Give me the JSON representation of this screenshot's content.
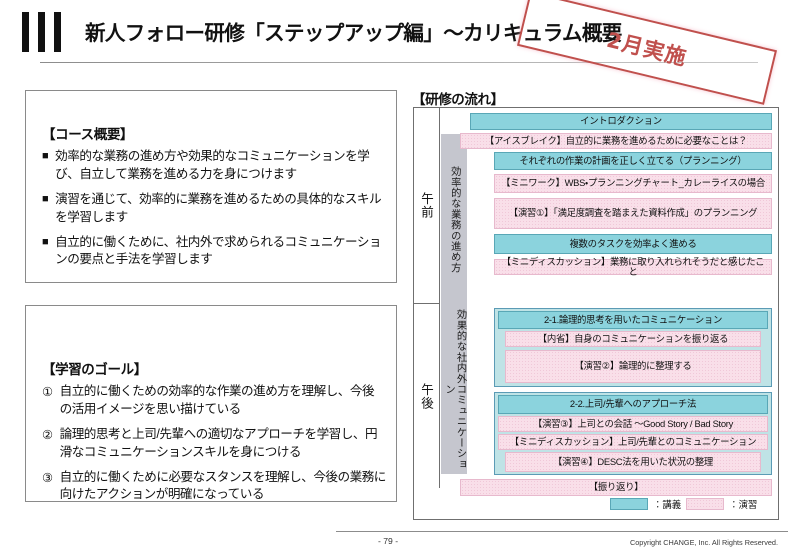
{
  "slide": {
    "title": "新人フォロー研修「ステップアップ編」～カリキュラム概要",
    "stamp": "2月実施",
    "stamp_color": "#c0504d"
  },
  "course_overview": {
    "heading": "【コース概要】",
    "marker": "■",
    "items": [
      "効率的な業務の進め方や効果的なコミュニケーションを学び、自立して業務を進める力を身につけます",
      "演習を通じて、効率的に業務を進めるための具体的なスキルを学習します",
      "自立的に働くために、社内外で求められるコミュニケーションの要点と手法を学習します"
    ]
  },
  "learning_goals": {
    "heading": "【学習のゴール】",
    "markers": [
      "①",
      "②",
      "③"
    ],
    "items": [
      "自立的に働くための効率的な作業の進め方を理解し、今後の活用イメージを思い描けている",
      "論理的思考と上司/先輩への適切なアプローチを学習し、円滑なコミュニケーションスキルを身につける",
      "自立的に働くために必要なスタンスを理解し、今後の業務に向けたアクションが明確になっている"
    ]
  },
  "flow": {
    "heading": "【研修の流れ】",
    "morning": {
      "time_label": "午前",
      "section_label": "効率的な業務の進め方",
      "rows": [
        {
          "text": "イントロダクション",
          "type": "lecture"
        },
        {
          "text": "【アイスブレイク】自立的に業務を進めるために必要なことは？",
          "type": "exercise"
        },
        {
          "text": "それぞれの作業の計画を正しく立てる（プランニング）",
          "type": "lecture"
        },
        {
          "text": "【ミニワーク】WBS・プランニングチャート_カレーライスの場合",
          "type": "exercise"
        },
        {
          "text": "【演習①】「満足度調査を踏まえた資料作成」のプランニング",
          "type": "exercise"
        },
        {
          "text": "複数のタスクを効率よく進める",
          "type": "lecture"
        },
        {
          "text": "【ミニディスカッション】業務に取り入れられそうだと感じたこと",
          "type": "exercise"
        }
      ]
    },
    "afternoon": {
      "time_label": "午後",
      "section_label": "効果的な社内外コミュニケーション",
      "group_1": {
        "title": "2-1.論理的思考を用いたコミュニケーション",
        "title_type": "lecture",
        "rows": [
          {
            "text": "【内省】自身のコミュニケーションを振り返る",
            "type": "exercise"
          },
          {
            "text": "【演習②】論理的に整理する",
            "type": "exercise"
          }
        ]
      },
      "group_2": {
        "title": "2-2.上司/先輩へのアプローチ法",
        "title_type": "lecture",
        "rows": [
          {
            "text": "【演習③】上司との会話 ～Good Story / Bad Story",
            "type": "exercise"
          },
          {
            "text": "【ミニディスカッション】上司/先輩とのコミュニケーション",
            "type": "exercise"
          },
          {
            "text": "【演習④】DESC法を用いた状況の整理",
            "type": "exercise"
          }
        ]
      },
      "closing": {
        "text": "【振り返り】",
        "type": "exercise"
      }
    },
    "legend": {
      "lecture_label": "：講義",
      "exercise_label": "：演習",
      "lecture_color": "#8bd3dd",
      "exercise_color": "#f9dfe9"
    }
  },
  "footer": {
    "page_number": "- 79 -",
    "copyright": "Copyright CHANGE, Inc. All Rights Reserved."
  }
}
